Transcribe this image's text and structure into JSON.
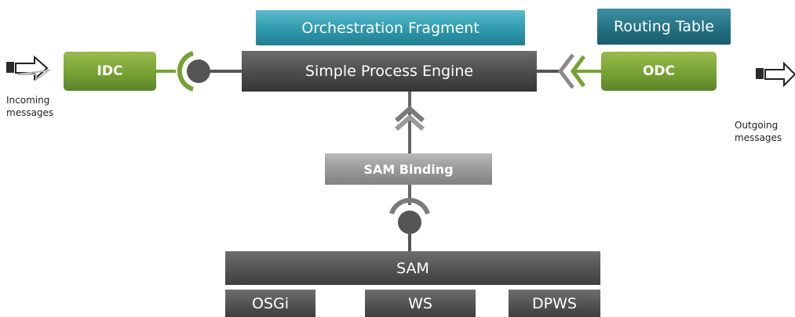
{
  "top": {
    "orchestration_fragment": "Orchestration Fragment",
    "routing_table": "Routing Table"
  },
  "engine": {
    "label": "Simple Process Engine"
  },
  "idc": {
    "label": "IDC"
  },
  "odc": {
    "label": "ODC"
  },
  "incoming": {
    "line1": "Incoming",
    "line2": "messages"
  },
  "outgoing": {
    "line1": "Outgoing",
    "line2": "messages"
  },
  "binding": {
    "label": "SAM Binding"
  },
  "sam": {
    "label": "SAM",
    "modules": [
      {
        "label": "OSGi"
      },
      {
        "label": "WS"
      },
      {
        "label": "DPWS"
      }
    ]
  },
  "colors": {
    "teal": "#2e98ac",
    "green": "#76a233",
    "dark_gray": "#4e4e4e",
    "light_gray": "#9a9a9a"
  }
}
